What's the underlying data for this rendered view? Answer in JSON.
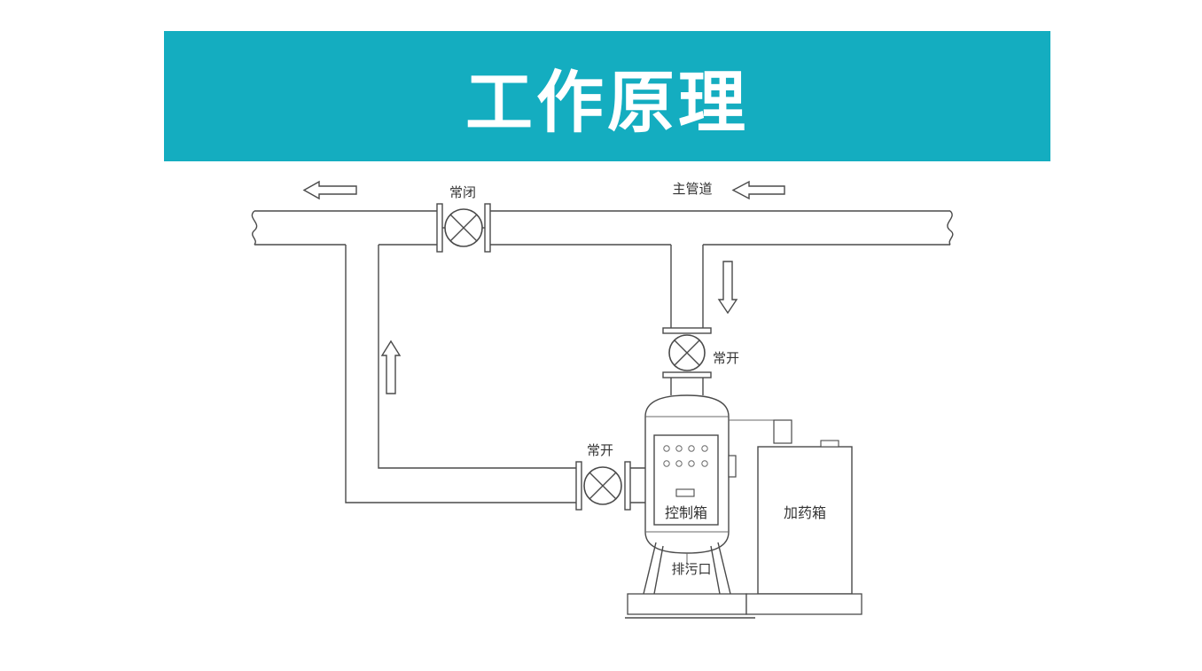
{
  "banner": {
    "title": "工作原理",
    "color": "#14adc0"
  },
  "diagram": {
    "labels": {
      "main_pipe": "主管道",
      "valve_top": "常闭",
      "valve_vertical": "常开",
      "valve_inlet": "常开",
      "control_box": "控制箱",
      "dosing_tank": "加药箱",
      "drain": "排污口"
    },
    "icons": [
      "flow-arrow-left",
      "flow-arrow-down",
      "flow-arrow-up",
      "valve-cross"
    ]
  }
}
